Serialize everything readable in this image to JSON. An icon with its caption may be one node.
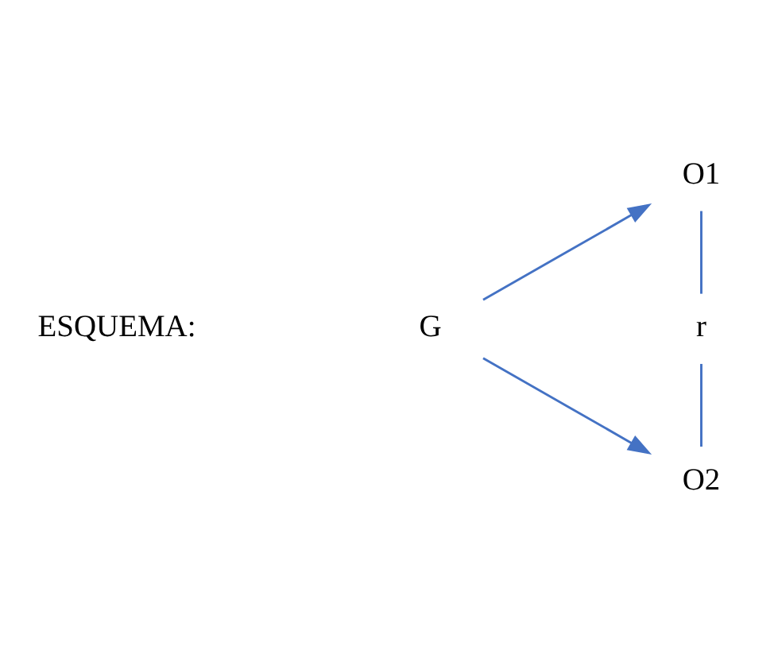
{
  "diagram": {
    "nodes": [
      {
        "text": [
          "G"
        ]
      },
      {
        "text": [
          "O1"
        ]
      },
      {
        "text": [
          "r"
        ]
      },
      {
        "text": [
          "O2"
        ]
      }
    ],
    "edges": [
      {
        "from": 0,
        "to": 1,
        "arrow": "to"
      },
      {
        "from": 0,
        "to": 3,
        "arrow": "to"
      },
      {
        "from": 1,
        "to": 2,
        "arrow": "none"
      },
      {
        "from": 2,
        "to": 3,
        "arrow": "none"
      }
    ],
    "labels": [
      "ESQUEMA:"
    ]
  }
}
